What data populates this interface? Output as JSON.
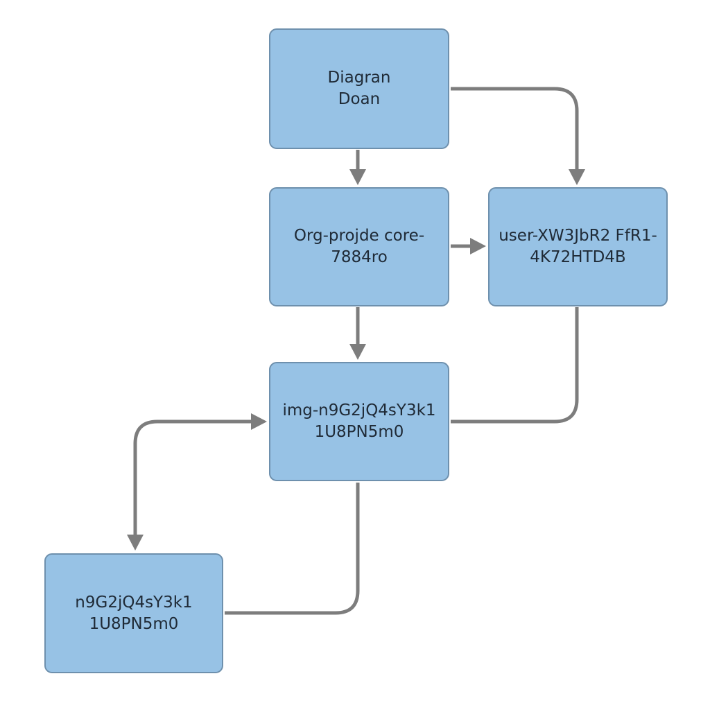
{
  "colors": {
    "node_fill": "#97c2e5",
    "node_border": "#6e90ad",
    "connector": "#7d7d7d",
    "text": "#1f2a36"
  },
  "nodes": {
    "diagram": {
      "label": "Diagran\nDoan"
    },
    "org": {
      "label": "Org-projde core-\n7884ro"
    },
    "user": {
      "label": "user-XW3JbR2 FfR1-\n4K72HTD4B"
    },
    "img": {
      "label": "img-n9G2jQ4sY3k1\n1U8PN5m0"
    },
    "n9": {
      "label": "n9G2jQ4sY3k1\n1U8PN5m0"
    }
  },
  "edges": [
    {
      "from": "diagram",
      "to": "org"
    },
    {
      "from": "diagram",
      "to": "user"
    },
    {
      "from": "org",
      "to": "user"
    },
    {
      "from": "org",
      "to": "img"
    },
    {
      "from": "user",
      "to": "img"
    },
    {
      "from": "img",
      "to": "n9"
    },
    {
      "from": "n9",
      "to": "img"
    }
  ]
}
